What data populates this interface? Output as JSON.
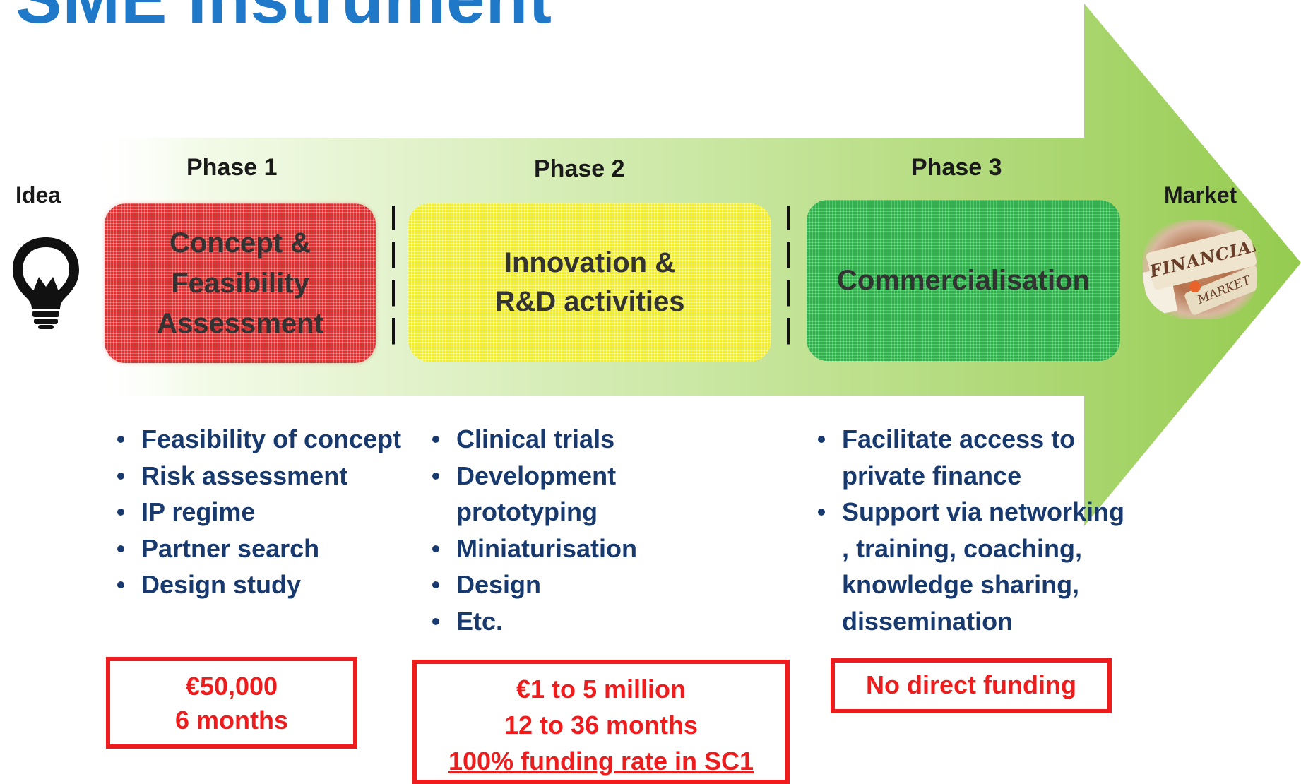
{
  "title": "SME Instrument",
  "idea_label": "Idea",
  "market_label": "Market",
  "market_image_text": {
    "line1": "FINANCIAL",
    "line2": "MARKET"
  },
  "phases": [
    {
      "heading": "Phase 1",
      "box_lines": [
        "Concept &",
        "Feasibility",
        "Assessment"
      ],
      "bullets": [
        "Feasibility of concept",
        "Risk assessment",
        "IP regime",
        "Partner search",
        "Design study"
      ],
      "funding": [
        "€50,000",
        "6 months"
      ]
    },
    {
      "heading": "Phase 2",
      "box_lines": [
        "Innovation &",
        "R&D activities"
      ],
      "bullets": [
        "Clinical trials",
        "Development prototyping",
        "Miniaturisation",
        "Design",
        "Etc."
      ],
      "funding": [
        "€1 to 5 million",
        "12 to 36 months",
        "100% funding rate in SC1"
      ]
    },
    {
      "heading": "Phase 3",
      "box_lines": [
        "Commercialisation"
      ],
      "bullets": [
        "Facilitate access to private finance",
        "Support via networking , training, coaching, knowledge sharing, dissemination"
      ],
      "funding": [
        "No direct funding"
      ]
    }
  ],
  "colors": {
    "title": "#1f78c8",
    "bullet_text": "#17396e",
    "funding": "#ee1c1c",
    "phase1_box": "#ee2a2a",
    "phase2_box": "#f6f20e",
    "phase3_box": "#2db34a",
    "arrow": "#9ed05a"
  },
  "icons": {
    "idea": "lightbulb-icon"
  }
}
